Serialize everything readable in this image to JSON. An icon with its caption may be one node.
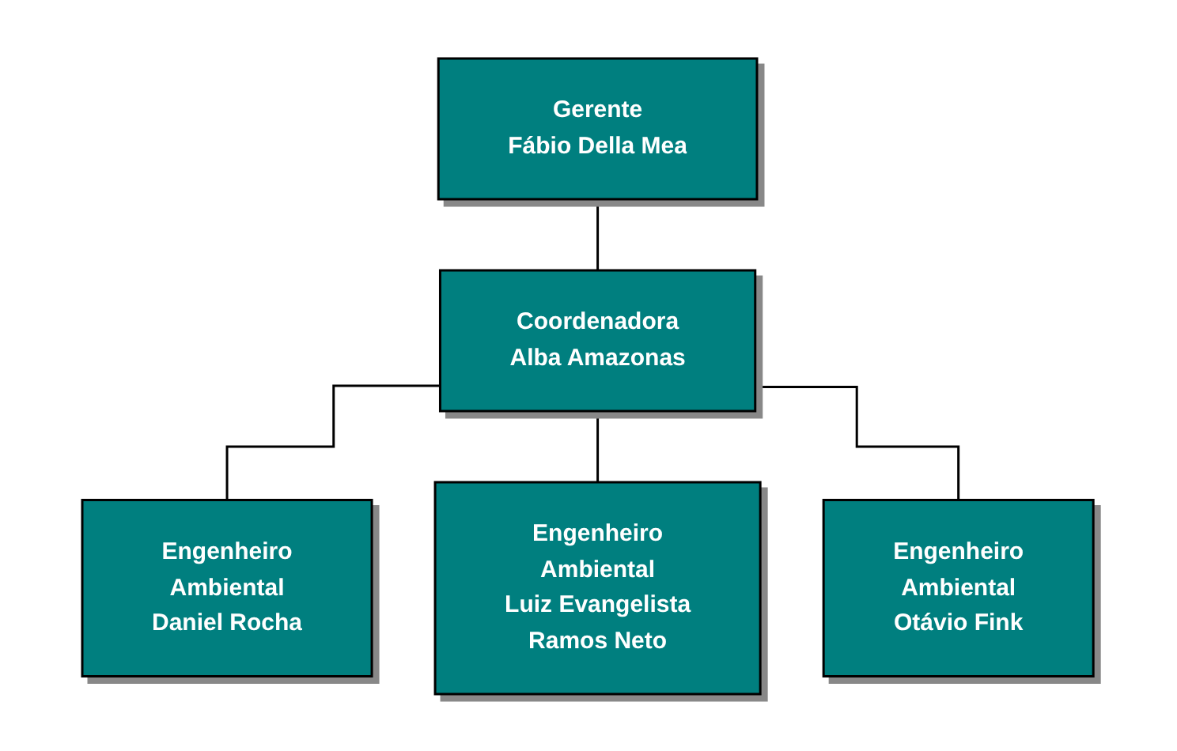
{
  "diagram": {
    "nodes": [
      {
        "text": [
          "Gerente",
          "Fábio Della Mea"
        ]
      },
      {
        "text": [
          "Coordenadora",
          "Alba Amazonas"
        ]
      },
      {
        "text": [
          "Engenheiro Ambiental",
          "Daniel Rocha"
        ]
      },
      {
        "text": [
          "Engenheiro Ambiental",
          "Luiz Evangelista Ramos Neto"
        ]
      },
      {
        "text": [
          "Engenheiro Ambiental",
          "Otávio Fink"
        ]
      }
    ],
    "edges": [
      {
        "from": 0,
        "to": 1,
        "arrow": "none"
      },
      {
        "from": 1,
        "to": 2,
        "arrow": "none"
      },
      {
        "from": 1,
        "to": 3,
        "arrow": "none"
      },
      {
        "from": 1,
        "to": 4,
        "arrow": "none"
      }
    ]
  }
}
